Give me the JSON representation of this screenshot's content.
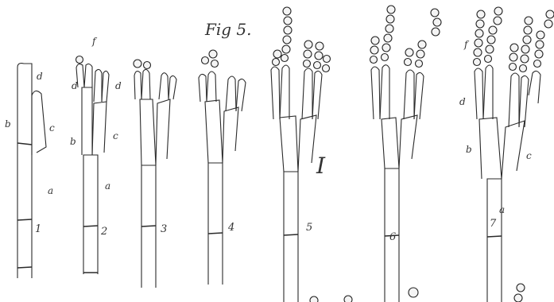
{
  "plate": {
    "figure_title": "Fig 5.",
    "roman_numeral": "I",
    "specimen_numbers": [
      "1",
      "2",
      "3",
      "4",
      "5",
      "6",
      "7"
    ],
    "part_letters": {
      "a": "a",
      "b": "b",
      "c": "c",
      "d": "d",
      "f": "f"
    }
  }
}
